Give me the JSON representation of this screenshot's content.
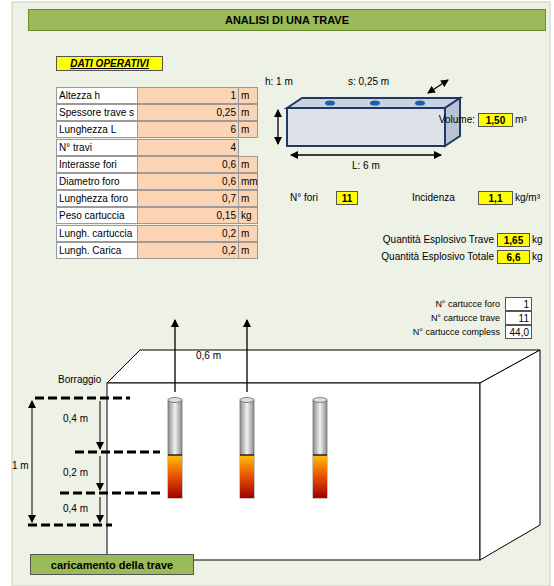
{
  "diagram": {
    "title": "ANALISI DI UNA TRAVE",
    "nodes": [
      {
        "text": [
          "DATI OPERATIVI"
        ]
      },
      {
        "text": [
          "1,50"
        ]
      },
      {
        "text": [
          "11"
        ]
      },
      {
        "text": [
          "1,1"
        ]
      },
      {
        "text": [
          "1,65"
        ]
      },
      {
        "text": [
          "6,6"
        ]
      },
      {
        "text": [
          "1"
        ]
      },
      {
        "text": [
          "11"
        ]
      },
      {
        "text": [
          "44,0"
        ]
      },
      {
        "text": [
          "caricamento della trave"
        ]
      }
    ],
    "labels": [
      "Altezza h",
      "1",
      "m",
      "Spessore trave s",
      "0,25",
      "m",
      "Lunghezza L",
      "6",
      "m",
      "N° travi",
      "4",
      "Interasse fori",
      "0,6",
      "m",
      "Diametro foro",
      "0,6",
      "mm",
      "Lunghezza foro",
      "0,7",
      "m",
      "Peso cartuccia",
      "0,15",
      "kg",
      "Lungh. cartuccia",
      "0,2",
      "m",
      "Lungh. Carica",
      "0,2",
      "m",
      "h: 1 m",
      "s: 0,25 m",
      "L: 6 m",
      "Volume:",
      "m³",
      "N° fori",
      "Incidenza",
      "kg/m³",
      "Quantità Esplosivo Trave",
      "kg",
      "Quantità Esplosivo Totale",
      "kg",
      "N° cartucce foro",
      "N° cartucce trave",
      "N° cartucce compless",
      "0,6 m",
      "Borraggio",
      "0,4 m",
      "1 m",
      "0,2 m",
      "0,4 m"
    ]
  }
}
